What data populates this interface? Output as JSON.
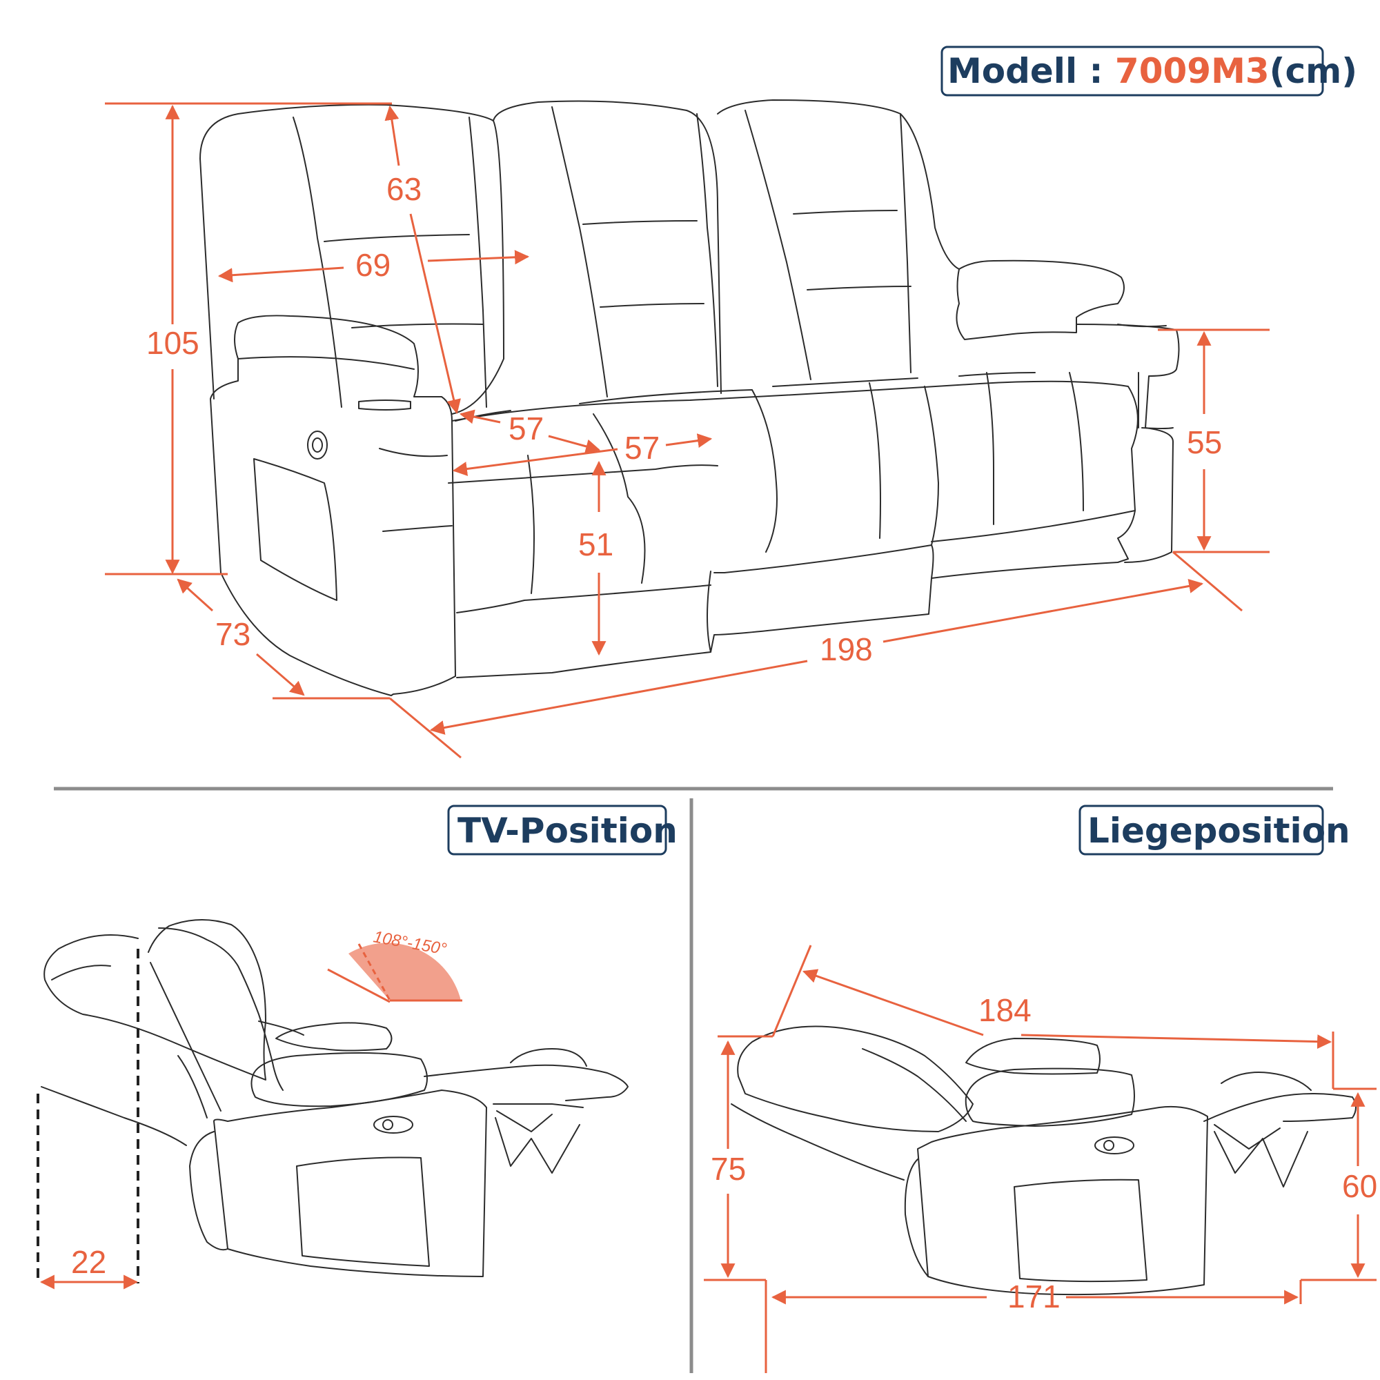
{
  "header": {
    "model_label": "Modell : ",
    "model_number": "7009M3",
    "model_unit": "(cm)"
  },
  "front_view": {
    "height_total": "105",
    "backrest_height": "63",
    "back_width": "69",
    "seat_width_1": "57",
    "seat_width_2": "57",
    "seat_height": "51",
    "armrest_height": "55",
    "depth": "73",
    "total_width": "198"
  },
  "tv_position": {
    "title": "TV-Position",
    "angle_range": "108°-150°",
    "wall_distance": "22"
  },
  "lie_position": {
    "title": "Liegeposition",
    "length": "184",
    "back_height": "75",
    "footrest_height": "60",
    "floor_length": "171"
  },
  "colors": {
    "dimension": "#e8623f",
    "badge": "#1d3d5f",
    "separator": "#8c8c8c",
    "outline": "#2b2b2b"
  }
}
